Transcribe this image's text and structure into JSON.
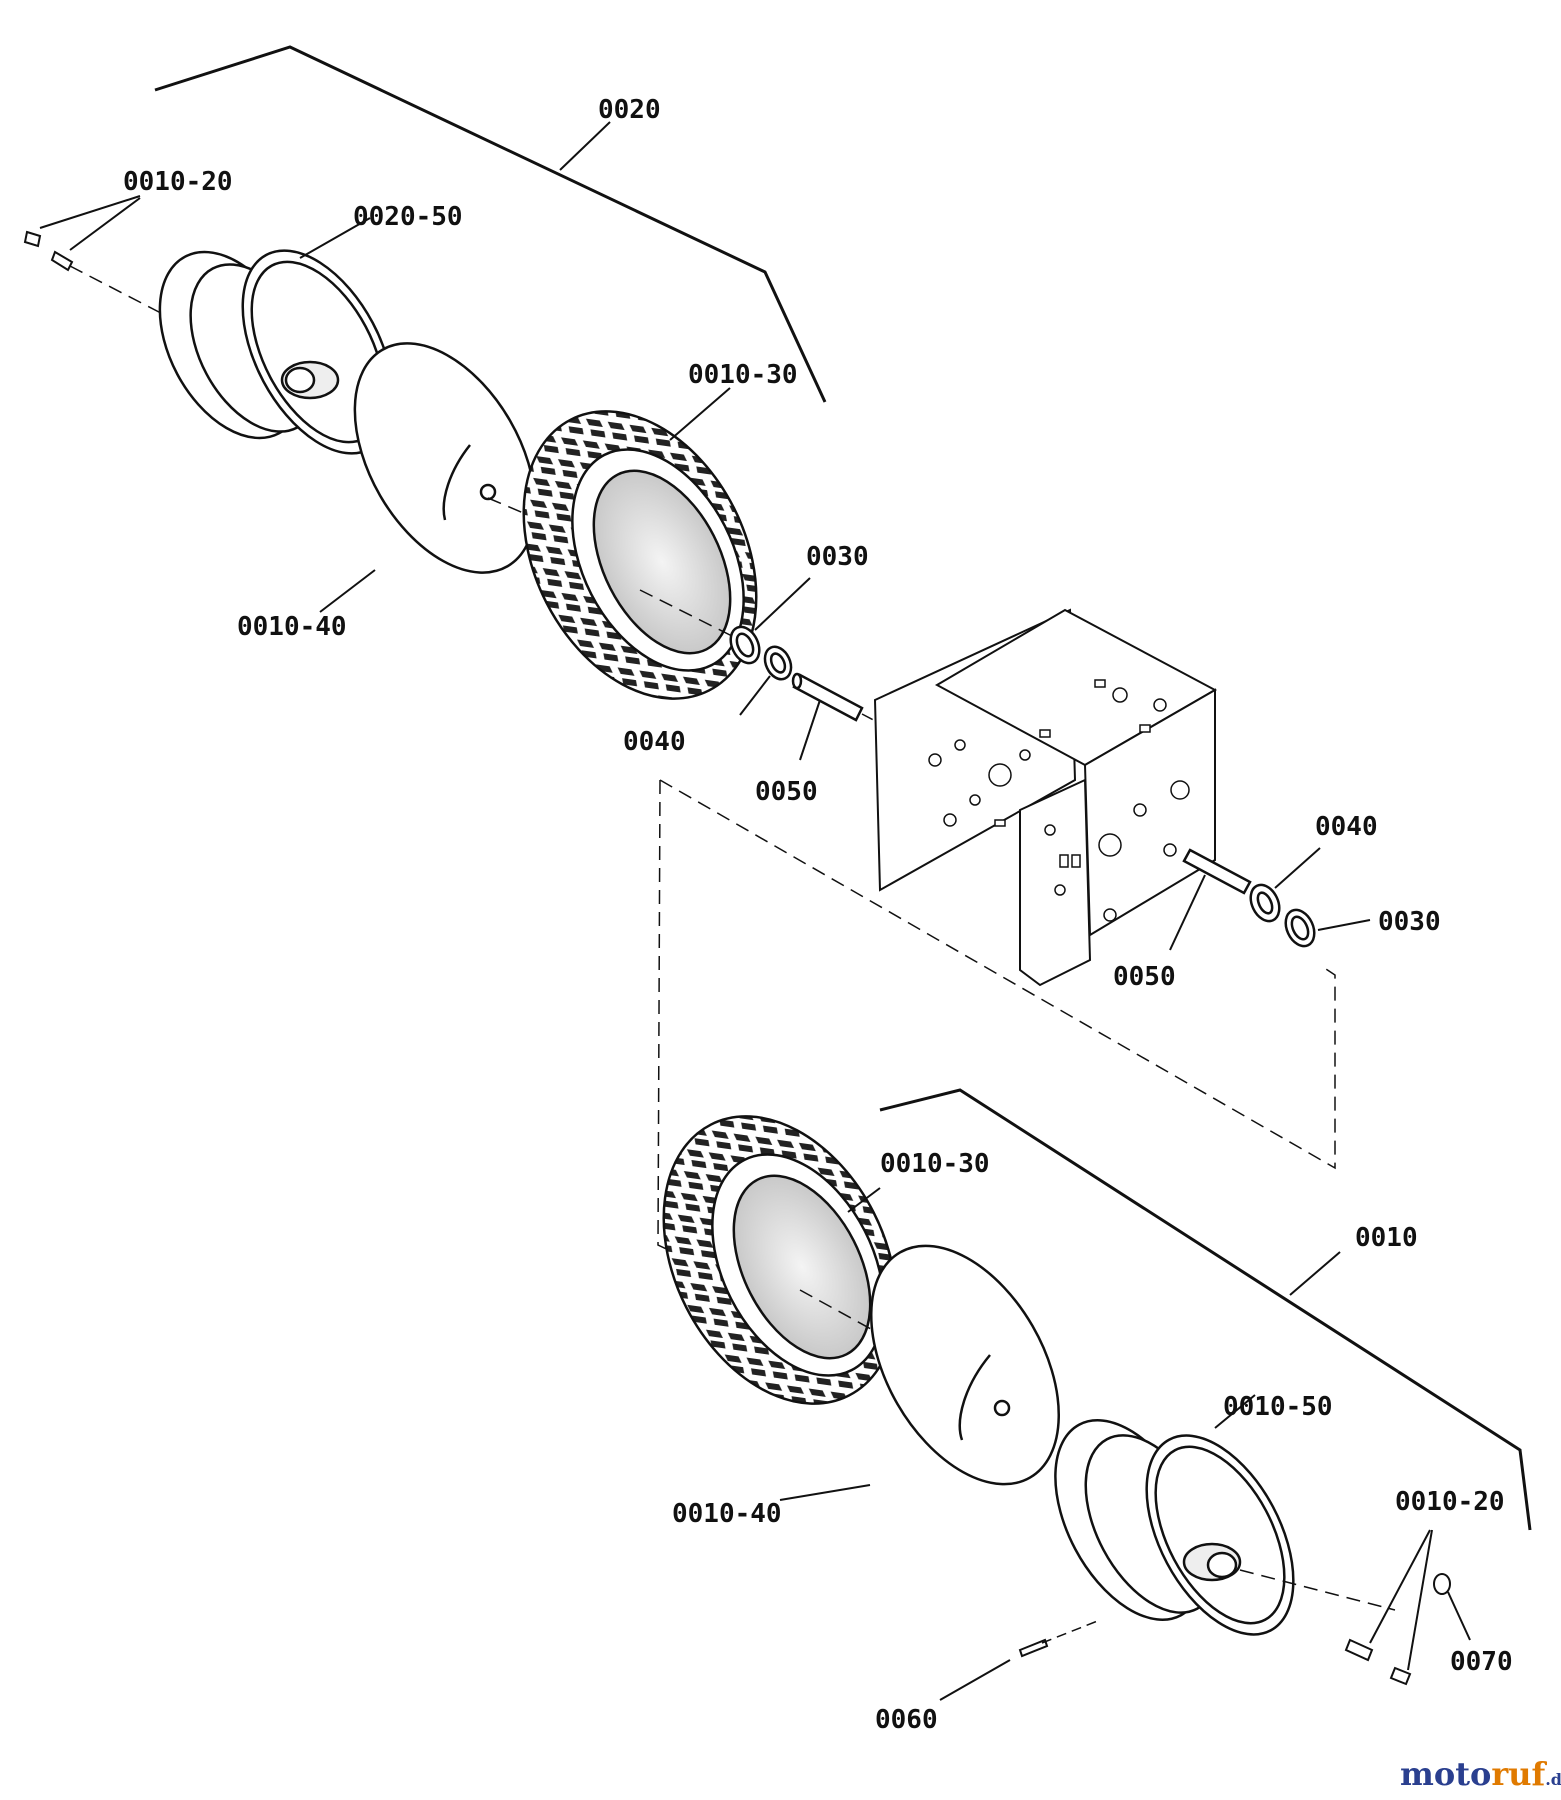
{
  "labels": {
    "top_assembly": "0020",
    "top_valve_stem": "0010-20",
    "top_rim": "0020-50",
    "top_tire": "0010-30",
    "top_tube": "0010-40",
    "top_retaining_ring": "0030",
    "top_washer": "0040",
    "top_axle": "0050",
    "right_washer": "0040",
    "right_retaining_ring": "0030",
    "right_axle": "0050",
    "bottom_tire": "0010-30",
    "bottom_assembly": "0010",
    "bottom_rim": "0010-50",
    "bottom_tube": "0010-40",
    "bottom_valve_stem": "0010-20",
    "cap": "0070",
    "bolt": "0060"
  },
  "watermark": {
    "brand_part1": "moto",
    "brand_part2": "ruf",
    "suffix": ".de",
    "color1": "#2a3f8f",
    "color2": "#e07a00"
  },
  "colors": {
    "line": "#111111",
    "shade": "#d9d9d9"
  }
}
